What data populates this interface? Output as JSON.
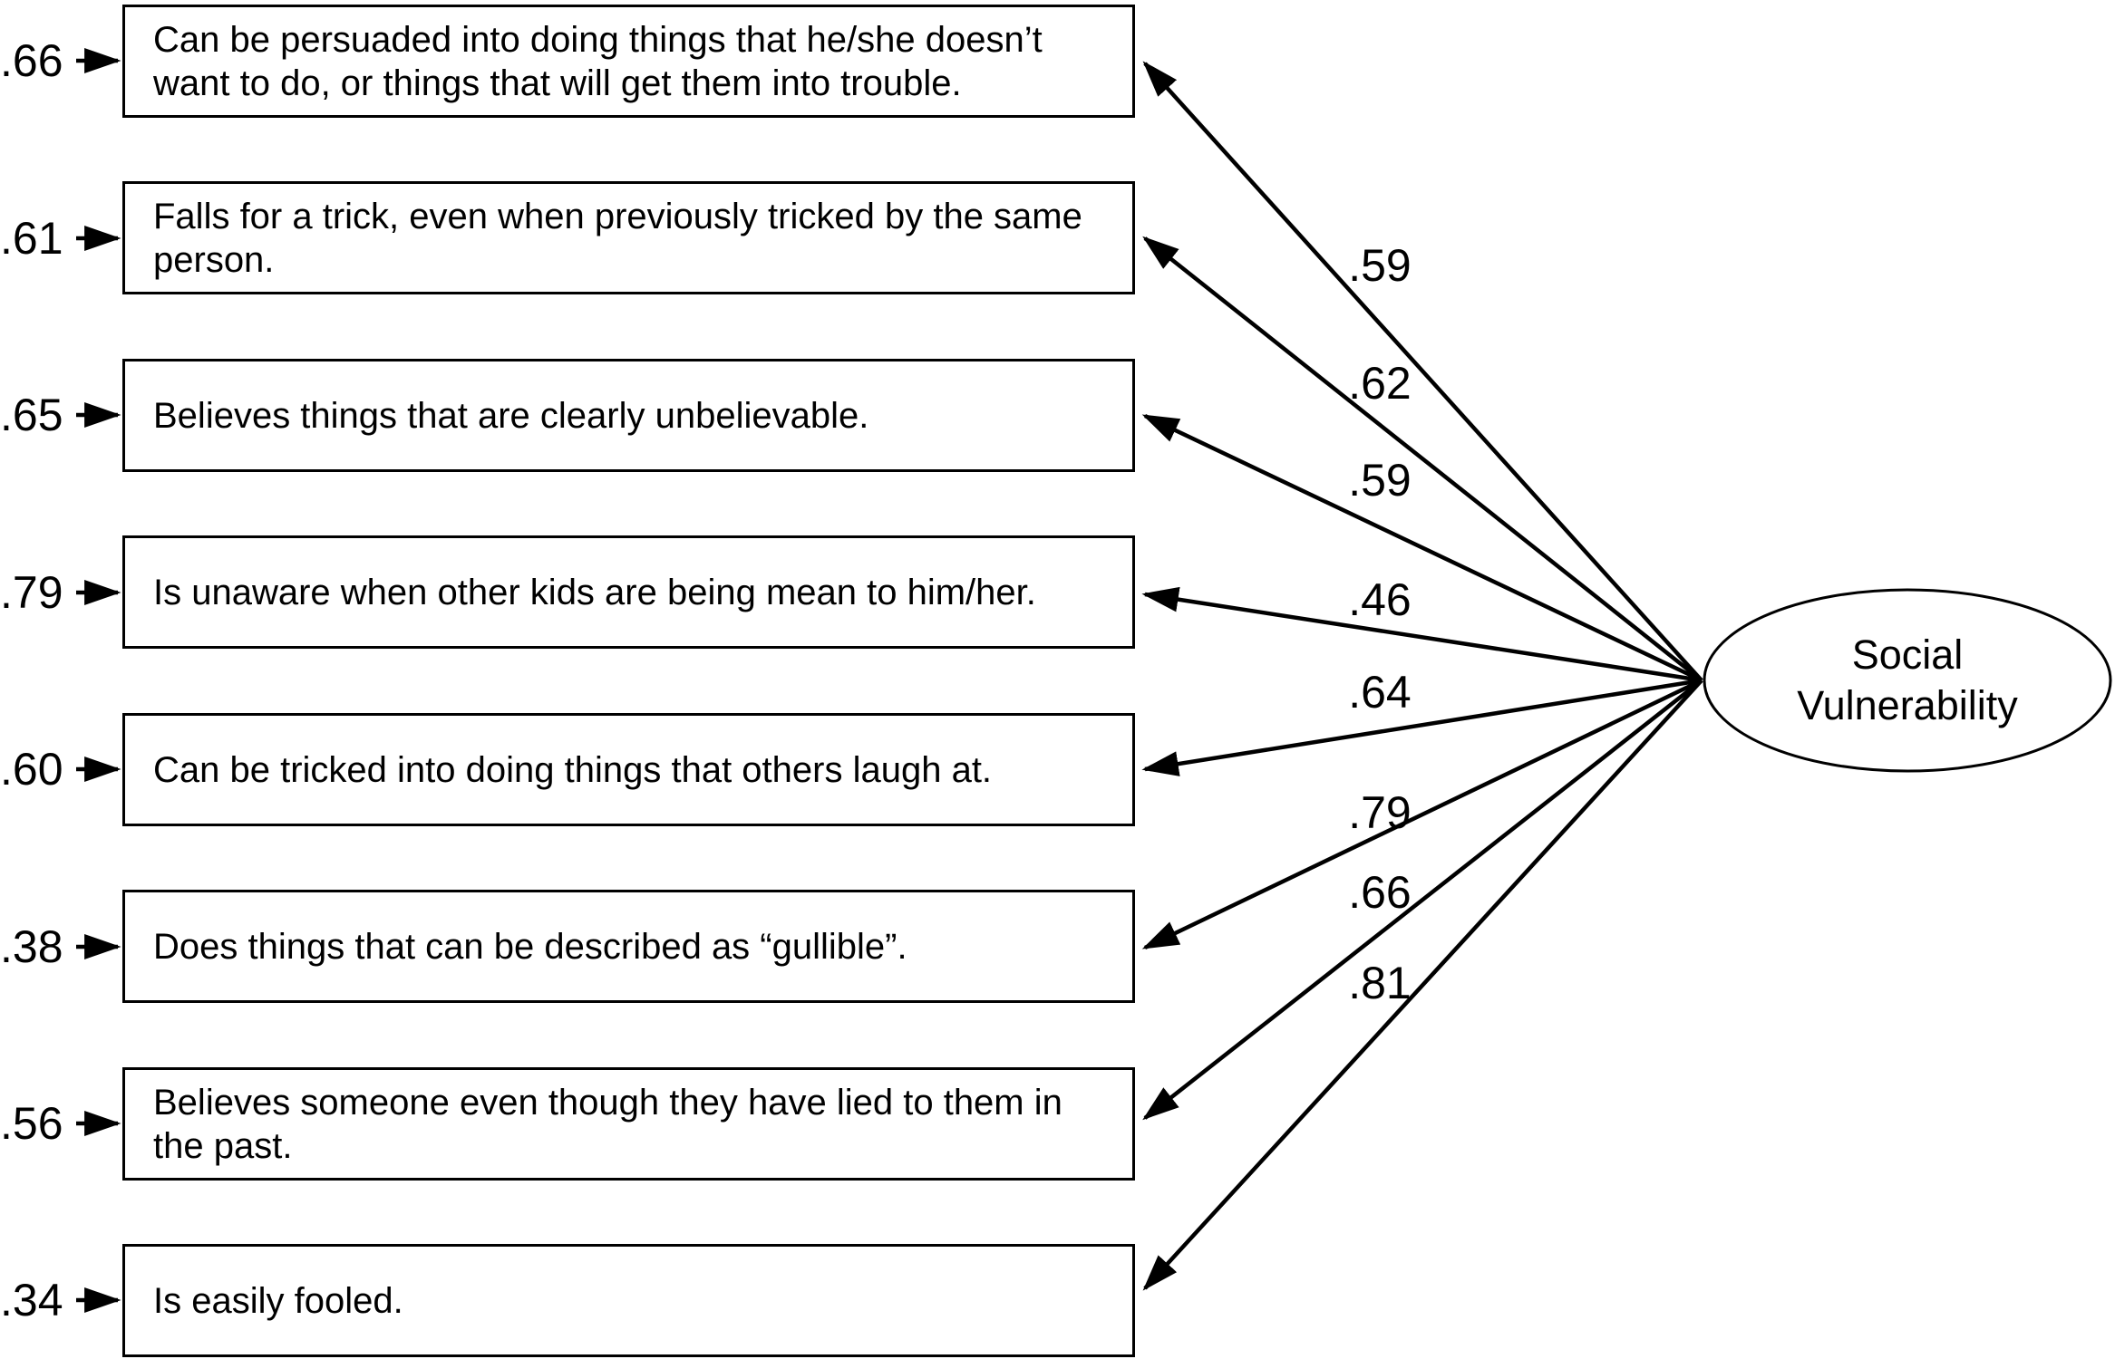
{
  "figure": {
    "factor": {
      "name_line1": "Social",
      "name_line2": "Vulnerability"
    },
    "indicators": [
      {
        "error_variance": ".66",
        "loading": ".59",
        "text": "Can be persuaded into doing things that he/she doesn’t want to do, or things that will get them into trouble."
      },
      {
        "error_variance": ".61",
        "loading": ".62",
        "text": "Falls for a trick, even when previously tricked by the same person."
      },
      {
        "error_variance": ".65",
        "loading": ".59",
        "text": "Believes things that are clearly unbelievable."
      },
      {
        "error_variance": ".79",
        "loading": ".46",
        "text": "Is unaware when other kids are being mean to him/her."
      },
      {
        "error_variance": ".60",
        "loading": ".64",
        "text": "Can be tricked into doing things that others laugh at."
      },
      {
        "error_variance": ".38",
        "loading": ".79",
        "text": "Does things that can be described as “gullible”."
      },
      {
        "error_variance": ".56",
        "loading": ".66",
        "text": "Believes someone even though they have lied to them in the past."
      },
      {
        "error_variance": ".34",
        "loading": ".81",
        "text": "Is easily fooled."
      }
    ],
    "colors": {
      "ink": "#000000",
      "background": "#ffffff"
    }
  }
}
